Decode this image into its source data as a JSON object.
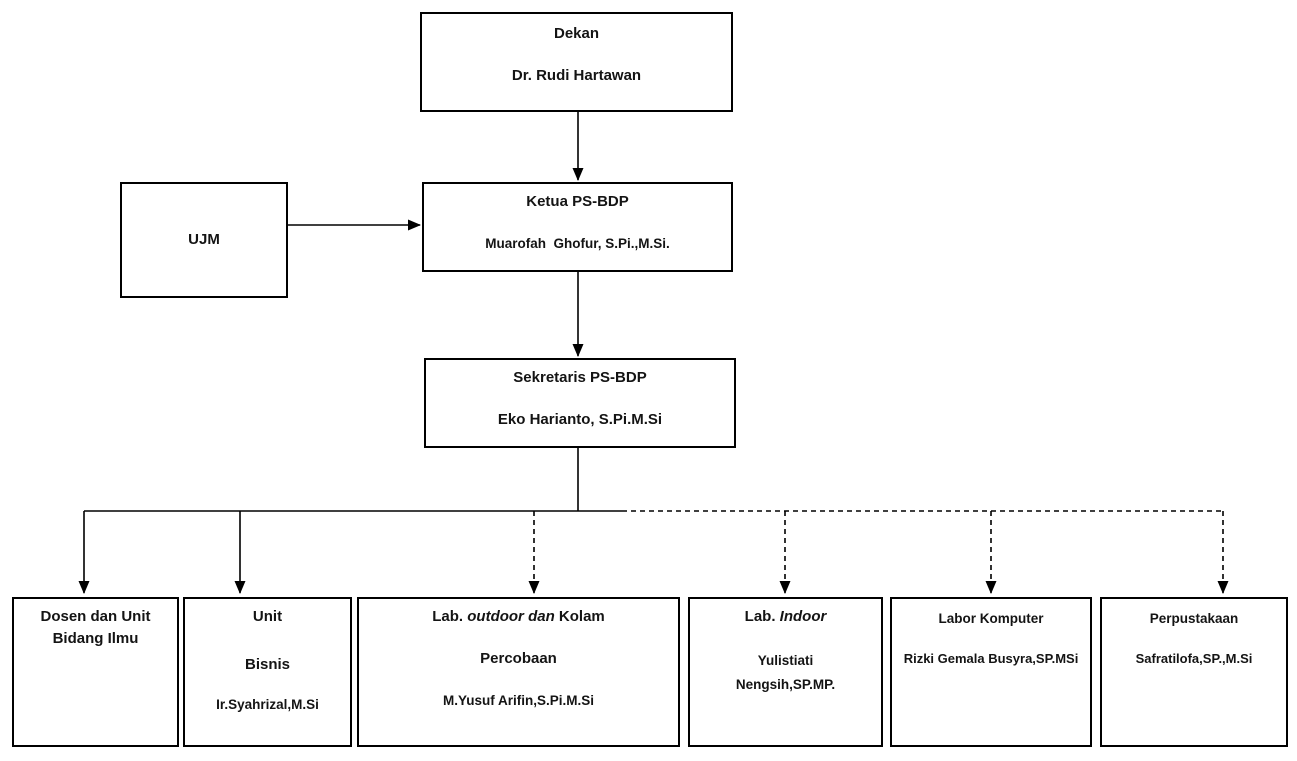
{
  "org": {
    "dekan": {
      "title": "Dekan",
      "name": "Dr. Rudi Hartawan"
    },
    "ujm": {
      "label": "UJM"
    },
    "ketua": {
      "title": "Ketua PS-BDP",
      "name": "Muarofah  Ghofur, S.Pi.,M.Si."
    },
    "sekretaris": {
      "title": "Sekretaris PS-BDP",
      "name": "Eko Harianto, S.Pi.M.Si"
    },
    "dosen": {
      "title_line1": "Dosen dan Unit",
      "title_line2": "Bidang Ilmu"
    },
    "unit_bisnis": {
      "title_line1": "Unit",
      "title_line2": "Bisnis",
      "name": "Ir.Syahrizal,M.Si"
    },
    "lab_outdoor": {
      "title_seg1": "Lab. ",
      "title_seg2_italic": "outdoor dan",
      "title_seg3": " Kolam",
      "title_line2": "Percobaan",
      "name": "M.Yusuf Arifin,S.Pi.M.Si"
    },
    "lab_indoor": {
      "title_seg1": "Lab. ",
      "title_seg2_italic": "Indoor",
      "name_line1": "Yulistiati",
      "name_line2": "Nengsih,SP.MP."
    },
    "labor_komputer": {
      "title": "Labor Komputer",
      "name": "Rizki Gemala Busyra,SP.MSi"
    },
    "perpustakaan": {
      "title": "Perpustakaan",
      "name": "Safratilofa,SP.,M.Si"
    }
  },
  "colors": {
    "line": "#000000",
    "border": "#000000",
    "text": "#141414",
    "background": "#ffffff"
  }
}
